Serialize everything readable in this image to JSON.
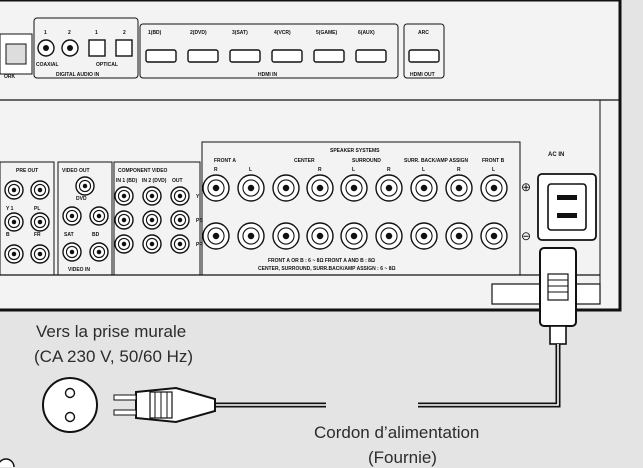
{
  "rear_panel": {
    "network_label": "ORK",
    "digital_audio": {
      "title": "DIGITAL AUDIO IN",
      "coaxial_label": "COAXIAL",
      "optical_label": "OPTICAL",
      "coaxial_numbers": [
        "1",
        "2"
      ],
      "optical_numbers": [
        "1",
        "2"
      ]
    },
    "hdmi": {
      "in_title": "HDMI IN",
      "out_title": "HDMI OUT",
      "inputs": [
        "1(BD)",
        "2(DVD)",
        "3(SAT)",
        "4(VCR)",
        "5(GAME)",
        "6(AUX)"
      ],
      "arc_label": "ARC"
    },
    "pre_out_label": "PRE OUT",
    "video_out_label": "VIDEO OUT",
    "video_in_label": "VIDEO IN",
    "video_in_sources": [
      "DVD",
      "SAT",
      "BD"
    ],
    "pre_out_channels": [
      "Y 1",
      "PL",
      "FR",
      "B"
    ],
    "component": {
      "title": "COMPONENT VIDEO",
      "in1_label": "IN 1 (BD)",
      "in2_label": "IN 2 (DVD)",
      "out_label": "OUT",
      "y_label": "Y",
      "pb_label": "PB",
      "pr_label": "PR"
    },
    "speaker": {
      "title": "SPEAKER SYSTEMS",
      "groups": [
        "FRONT A",
        "CENTER",
        "SURROUND",
        "SURR. BACK/AMP ASSIGN",
        "FRONT B"
      ],
      "channels": [
        "R",
        "L",
        "",
        "R",
        "L",
        "R",
        "L",
        "R",
        "L"
      ],
      "plus_sign": "⊕",
      "minus_sign": "⊖",
      "note_line1": "FRONT A OR B : 6 ~ 8Ω   FRONT A AND B : 8Ω",
      "note_line2": "CENTER, SURROUND, SURR.BACK/AMP ASSIGN : 6 ~ 8Ω"
    },
    "ac_in_label": "AC IN"
  },
  "captions": {
    "outlet_line1": "Vers la prise murale",
    "outlet_line2": "(CA 230 V, 50/60 Hz)",
    "cord_line1": "Cordon d’alimentation",
    "cord_line2": "(Fournie)"
  }
}
